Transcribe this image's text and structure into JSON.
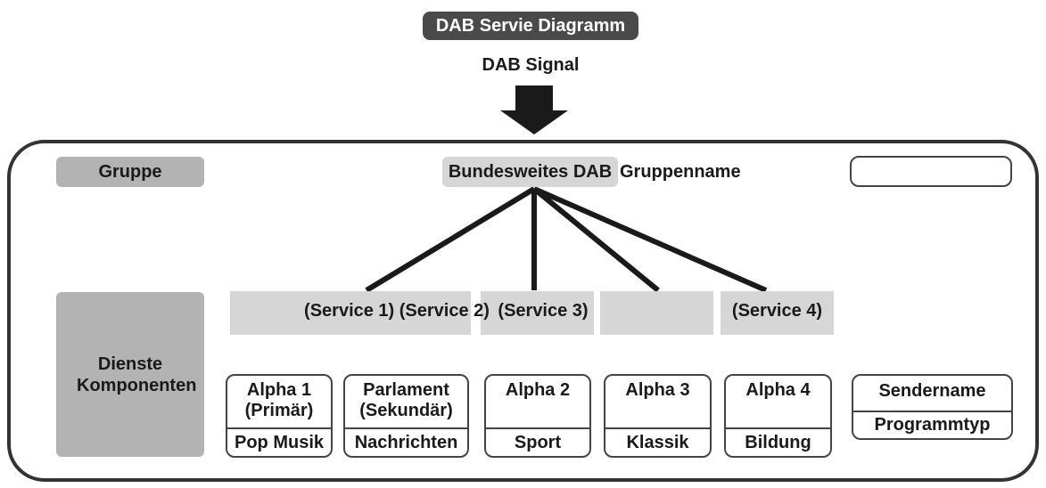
{
  "title": "DAB Servie Diagramm",
  "signal_label": "DAB Signal",
  "group": {
    "label": "Gruppe",
    "name_highlight": "Bundesweites DAB",
    "name_suffix": "Gruppenname"
  },
  "services_row": {
    "services_a": "(Service 1) (Service 2)",
    "service_3": "(Service 3)",
    "service_4": "(Service 4)"
  },
  "components": {
    "label": "Dienste Komponenten",
    "items": [
      {
        "line1": "Alpha 1",
        "line2": "(Primär)",
        "genre": "Pop Musik"
      },
      {
        "line1": "Parlament",
        "line2": "(Sekundär)",
        "genre": "Nachrichten"
      },
      {
        "line1": "Alpha 2",
        "line2": "",
        "genre": "Sport"
      },
      {
        "line1": "Alpha 3",
        "line2": "",
        "genre": "Klassik"
      },
      {
        "line1": "Alpha 4",
        "line2": "",
        "genre": "Bildung"
      }
    ],
    "legend": {
      "top": "Sendername",
      "bottom": "Programmtyp"
    }
  },
  "colors": {
    "title_bg": "#4a4a4a",
    "label_gray": "#b3b3b3",
    "service_gray": "#d6d6d6",
    "line": "#1a1a1a"
  }
}
